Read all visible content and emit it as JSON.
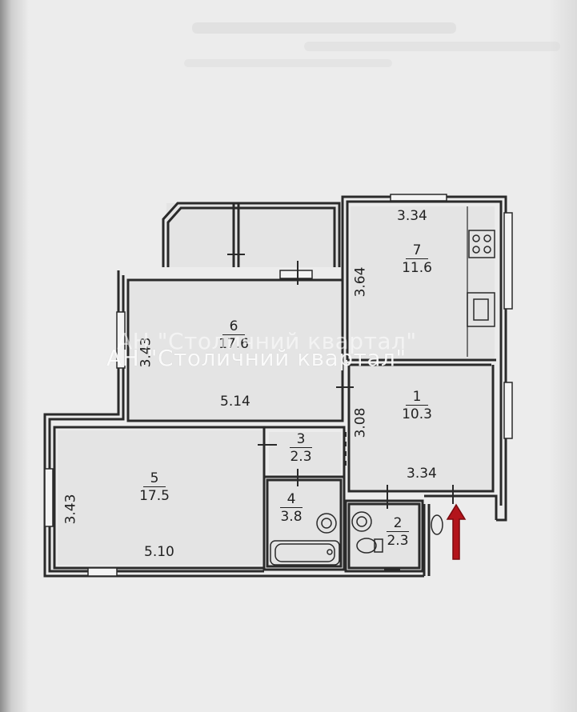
{
  "watermark": "АН \"Столичний квартал\"",
  "rooms": [
    {
      "id": "7",
      "area": "11.6",
      "width": "3.34",
      "depth": "3.64"
    },
    {
      "id": "6",
      "area": "17.6",
      "width": "5.14",
      "depth": "3.43"
    },
    {
      "id": "1",
      "area": "10.3",
      "width": "3.34",
      "depth": "3.08"
    },
    {
      "id": "3",
      "area": "2.3"
    },
    {
      "id": "4",
      "area": "3.8"
    },
    {
      "id": "2",
      "area": "2.3"
    },
    {
      "id": "5",
      "area": "17.5",
      "width": "5.10",
      "depth": "3.43"
    }
  ],
  "colors": {
    "wall": "#2a2a2a",
    "paper": "#efefef",
    "room_fill": "#e4e4e4",
    "entrance_arrow": "#b3141b"
  },
  "icons": {
    "entrance": "up-arrow-icon",
    "stove": "stove-icon",
    "sink": "sink-icon",
    "bathtub": "bathtub-icon",
    "toilet": "toilet-icon",
    "washbasin": "washbasin-icon"
  }
}
